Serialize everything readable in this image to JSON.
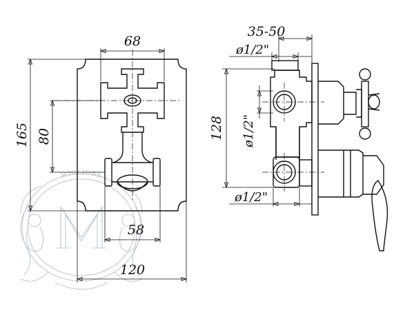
{
  "watermark": {
    "text": "MIGLIORE"
  },
  "front_view": {
    "dims": {
      "width_top": "68",
      "height_overall": "165",
      "height_center": "80",
      "width_lower": "58",
      "width_plate": "120"
    }
  },
  "side_view": {
    "dims": {
      "depth": "35-50",
      "inlet_top": "ø1/2\"",
      "height": "128",
      "inlet_side": "ø1/2\"",
      "inlet_bottom": "ø1/2\""
    }
  }
}
